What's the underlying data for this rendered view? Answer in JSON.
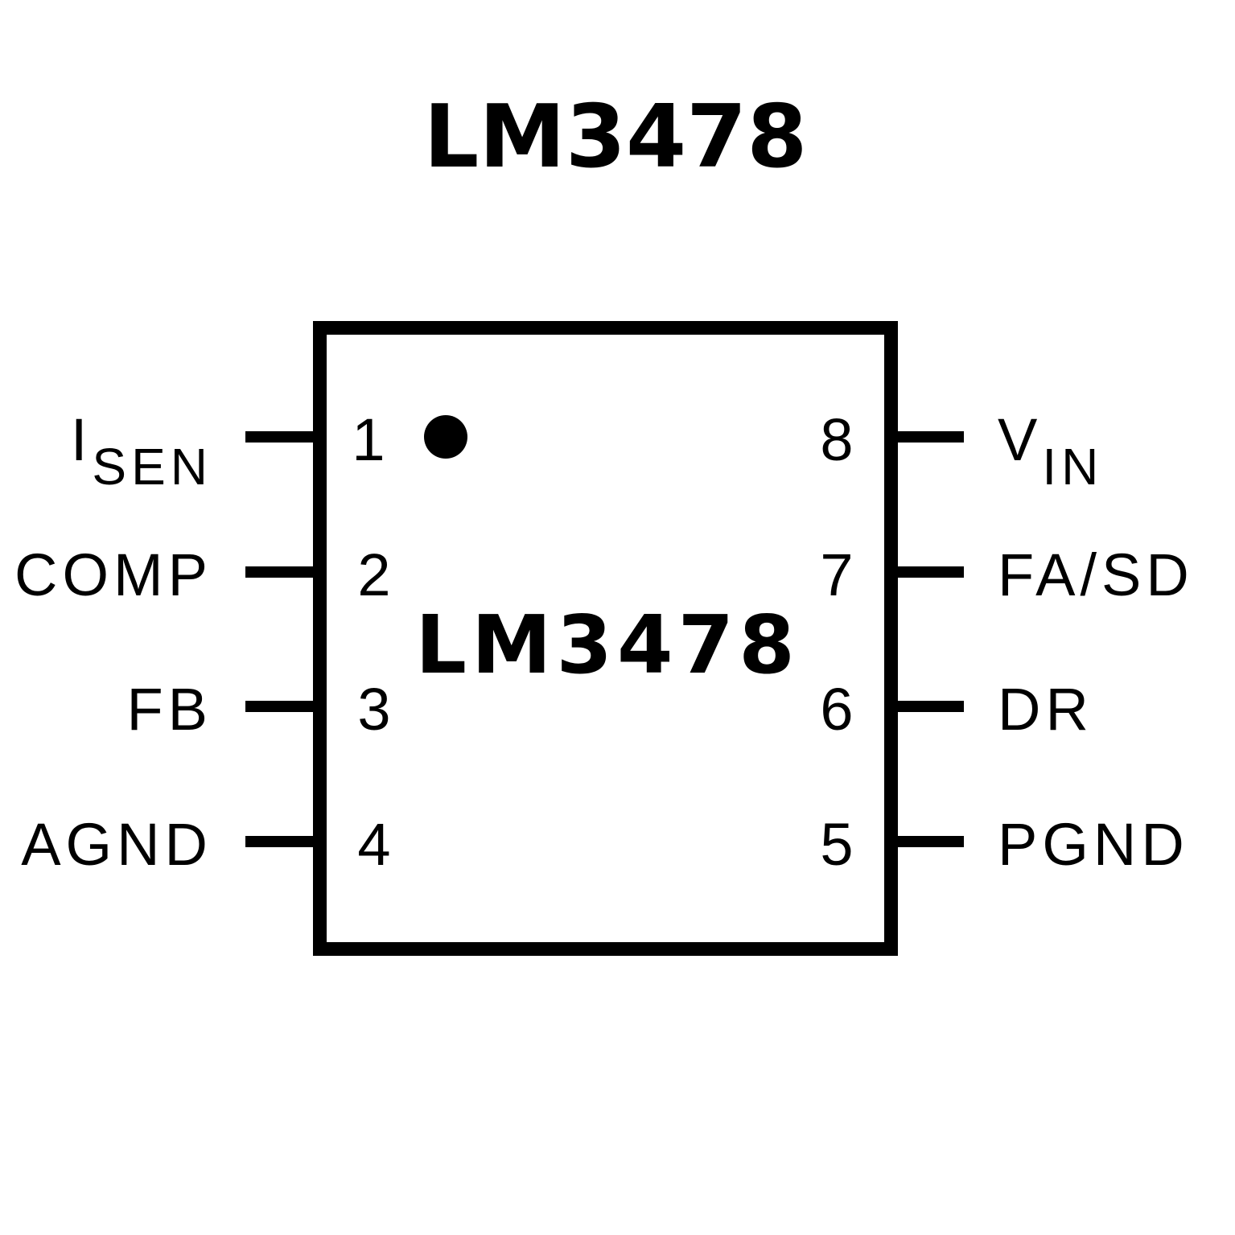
{
  "title": "LM3478",
  "chip_label": "LM3478",
  "colors": {
    "ink": "#000000",
    "background": "#ffffff"
  },
  "pins": [
    {
      "number": "1",
      "name": "I",
      "sub": "SEN",
      "side": "left"
    },
    {
      "number": "2",
      "name": "COMP",
      "sub": "",
      "side": "left"
    },
    {
      "number": "3",
      "name": "FB",
      "sub": "",
      "side": "left"
    },
    {
      "number": "4",
      "name": "AGND",
      "sub": "",
      "side": "left"
    },
    {
      "number": "5",
      "name": "PGND",
      "sub": "",
      "side": "right"
    },
    {
      "number": "6",
      "name": "DR",
      "sub": "",
      "side": "right"
    },
    {
      "number": "7",
      "name": "FA/SD",
      "sub": "",
      "side": "right"
    },
    {
      "number": "8",
      "name": "V",
      "sub": "IN",
      "side": "right"
    }
  ]
}
